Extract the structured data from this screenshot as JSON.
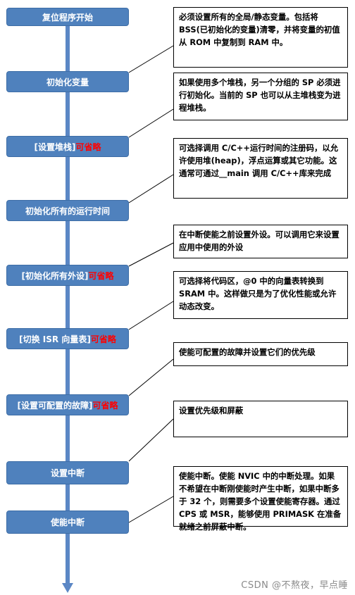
{
  "steps": [
    {
      "label": "复位程序开始",
      "optional": ""
    },
    {
      "label": "初始化变量",
      "optional": ""
    },
    {
      "label": "[设置堆栈]",
      "optional": "可省略"
    },
    {
      "label": "初始化所有的运行时间",
      "optional": ""
    },
    {
      "label": "[初始化所有外设]",
      "optional": "可省略"
    },
    {
      "label": "[切换 ISR 向量表]",
      "optional": "可省略"
    },
    {
      "label": "[设置可配置的故障]",
      "optional": "可省略"
    },
    {
      "label": "设置中断",
      "optional": ""
    },
    {
      "label": "使能中断",
      "optional": ""
    }
  ],
  "notes": [
    "必须设置所有的全局/静态变量。包括将 BSS(已初始化的变量)清零，并将变量的初值从 ROM 中复制到 RAM 中。",
    "如果使用多个堆栈，另一个分组的 SP 必须进行初始化。当前的 SP 也可以从主堆栈变为进程堆栈。",
    "可选择调用 C/C++运行时间的注册码，以允许使用堆(heap)，浮点运算或其它功能。这通常可通过__main 调用 C/C++库来完成",
    "在中断使能之前设置外设。可以调用它来设置应用中使用的外设",
    "可选择将代码区，@0 中的向量表转换到 SRAM 中。这样做只是为了优化性能或允许动态改变。",
    "使能可配置的故障并设置它们的优先级",
    "设置优先级和屏蔽",
    "使能中断。使能 NVIC 中的中断处理。如果不希望在中断刚使能时产生中断，如果中断多于 32 个，则需要多个设置使能寄存器。通过 CPS 或 MSR，能够使用 PRIMASK 在准备就绪之前屏蔽中断。"
  ],
  "colors": {
    "step_fill": "#4f81bd",
    "arrow": "#5b87c5",
    "optional_text": "#ff0000"
  },
  "watermark": "CSDN @不熬夜，早点睡"
}
